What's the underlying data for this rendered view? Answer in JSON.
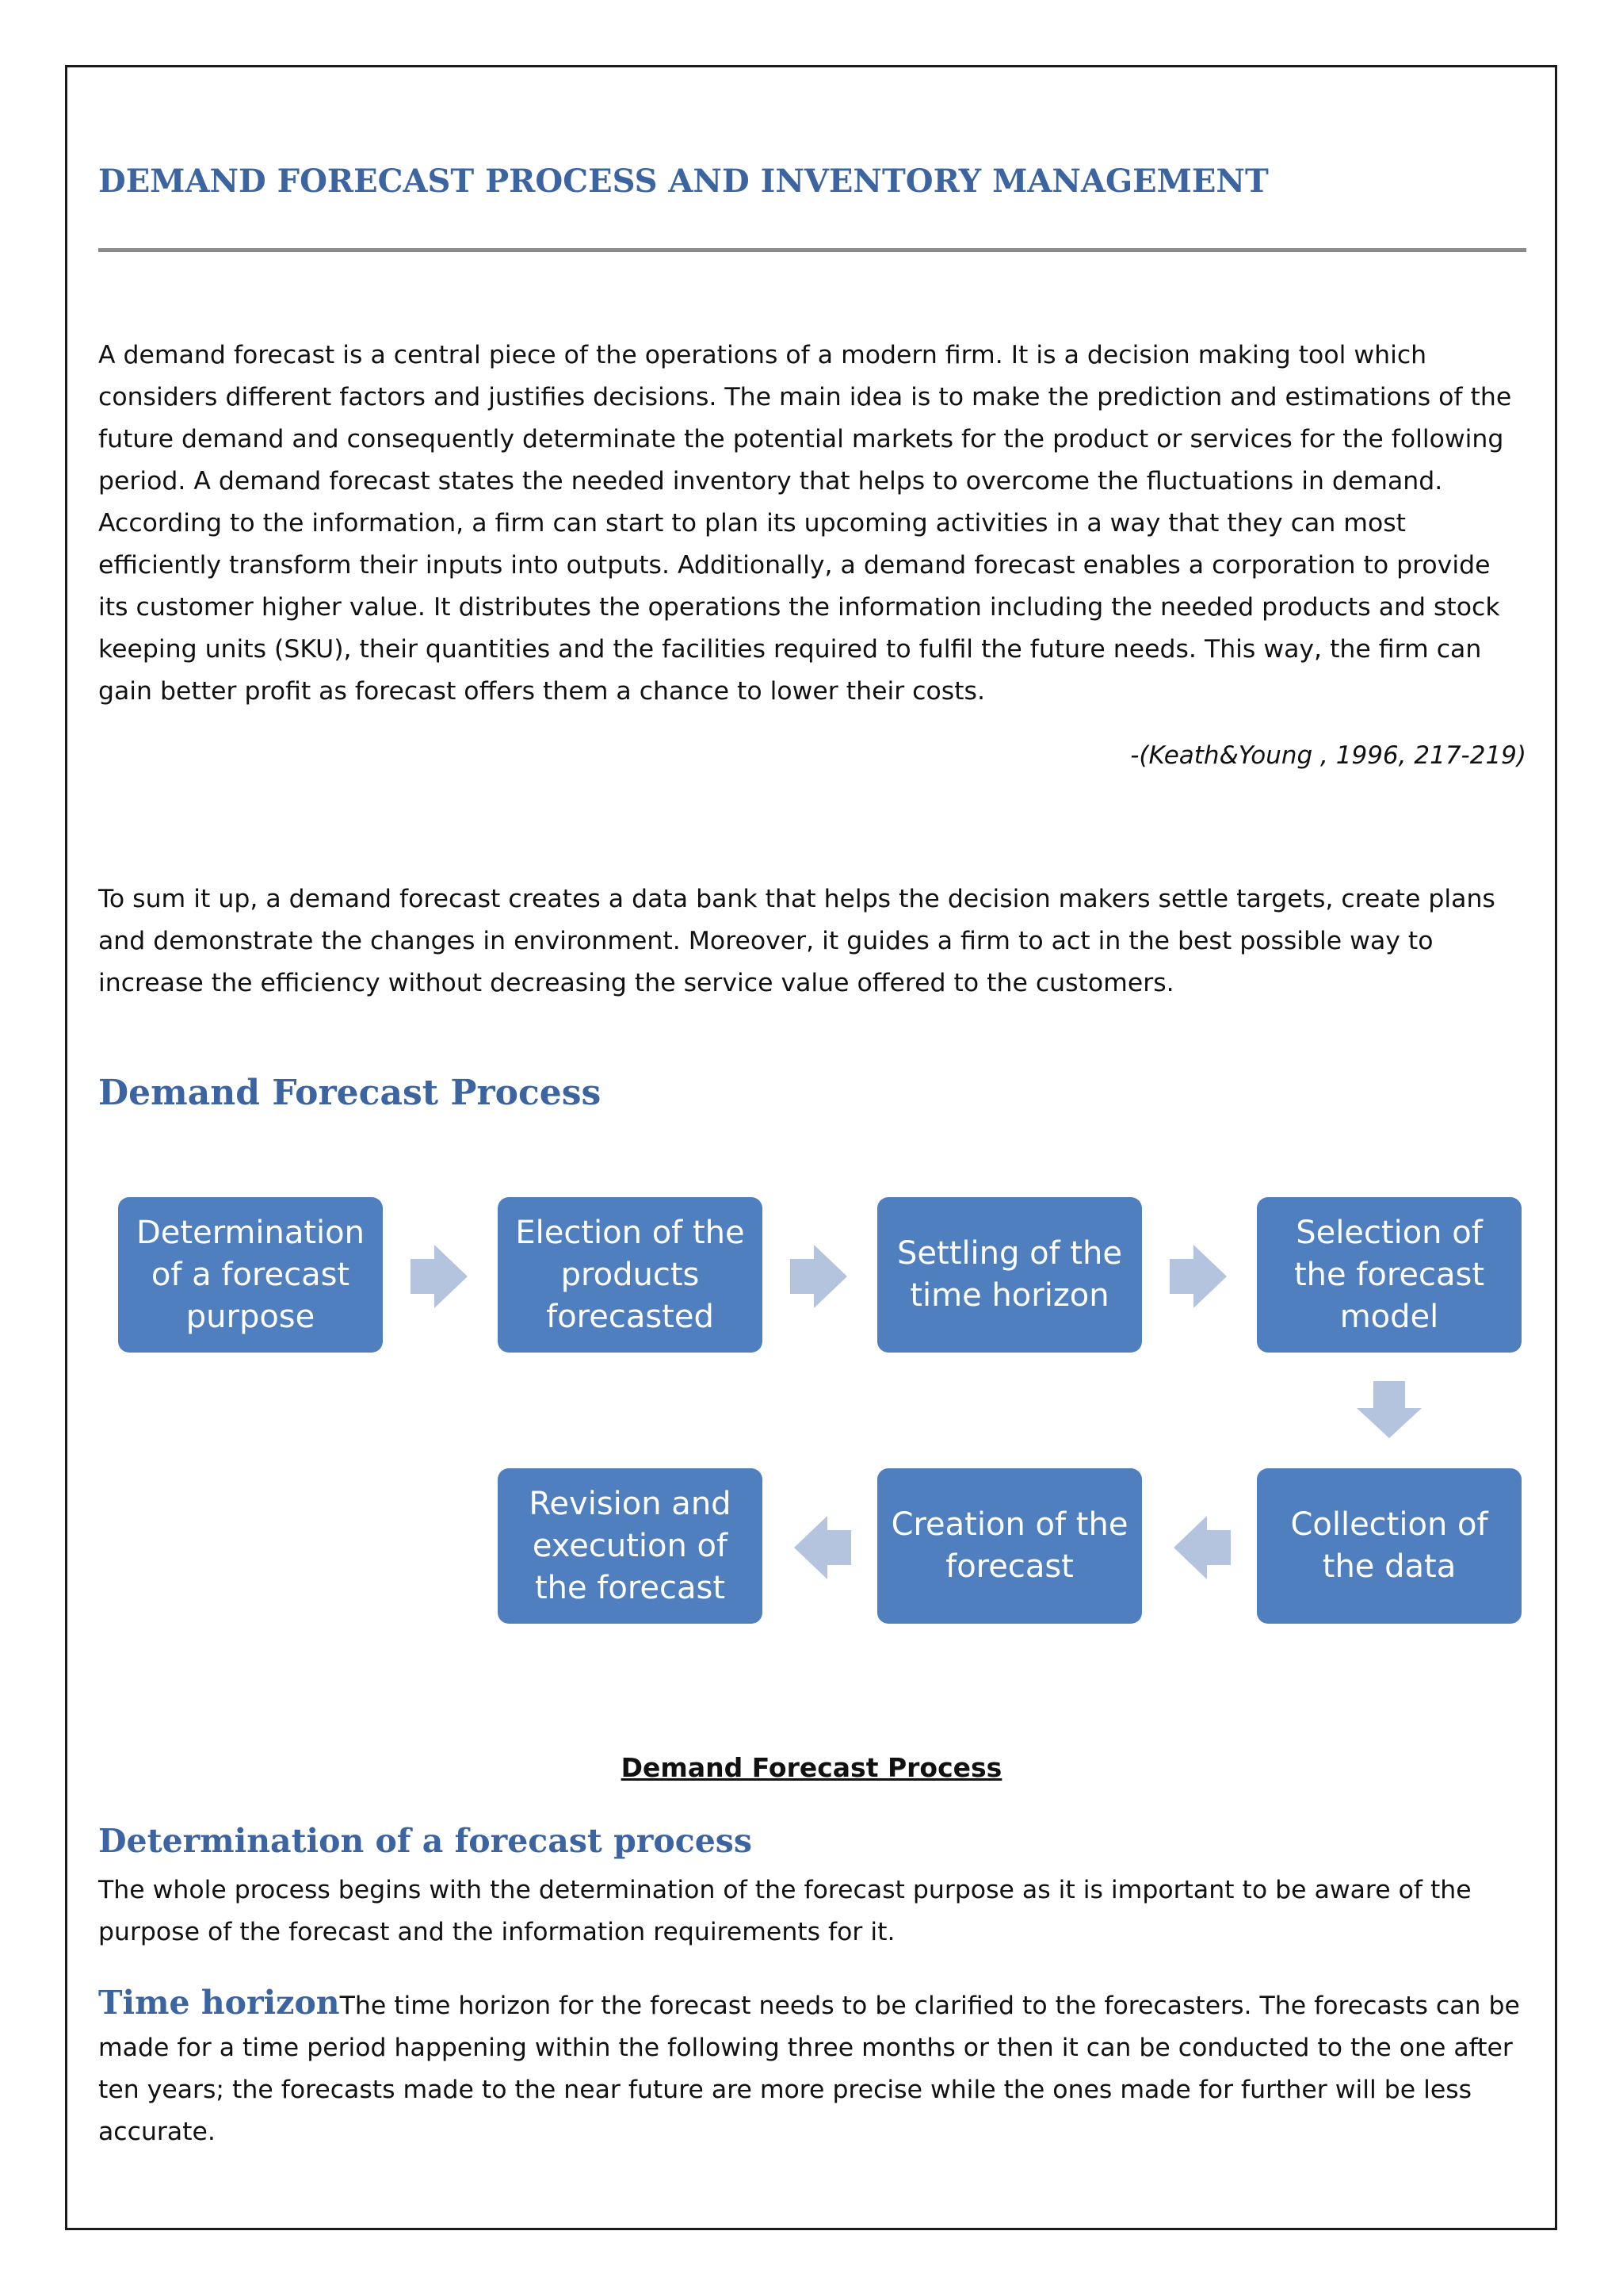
{
  "document": {
    "title": "DEMAND FORECAST PROCESS AND INVENTORY MANAGEMENT",
    "intro_paragraph": "A demand forecast is a central piece of the operations of a modern firm. It is a decision making tool which considers different factors and justifies decisions. The main idea is to make the prediction and estimations of the future demand and consequently determinate the potential markets for the product or services for the following period. A demand forecast states the needed inventory that helps to overcome the fluctuations in demand. According to the information, a firm can start to plan its upcoming activities in a way that they can most efficiently transform their inputs into outputs. Additionally, a demand forecast enables a corporation to provide its customer higher value. It distributes the operations the information including the needed products and stock keeping units (SKU), their quantities and the facilities required to fulfil the future needs. This way, the firm can gain better profit as forecast offers them a chance to lower their costs.",
    "citation": "-(Keath&Young , 1996, 217-219)",
    "summary_paragraph": "To sum it up, a demand forecast creates a data bank that helps the decision makers settle targets, create plans and demonstrate the changes in environment. Moreover, it guides a firm to act in the best possible way to increase the efficiency without decreasing the service value offered to the customers.",
    "process_heading": "Demand Forecast Process",
    "diagram": {
      "steps": [
        "Determination of a forecast purpose",
        "Election of  the products forecasted",
        "Settling of the time horizon",
        "Selection of the forecast model",
        "Collection of the data",
        "Creation of the forecast",
        "Revision and execution of the forecast"
      ],
      "caption": "Demand Forecast Process"
    },
    "determination_heading": "Determination of a forecast process",
    "determination_text": "The whole process begins with the determination of the forecast purpose as it is important to be aware of the purpose of the forecast and the information requirements for it.",
    "time_horizon_heading": "Time horizon",
    "time_horizon_text": "The time horizon for the forecast needs to be clarified to the forecasters. The forecasts can be made for a time period happening within the following three months or then it can be conducted to the one after ten years; the forecasts made to the near future are more precise while the ones made for further will be less accurate."
  },
  "colors": {
    "heading_blue": "#3b64a0",
    "box_blue": "#4f7fbf",
    "arrow_blue": "#b4c4de",
    "rule_gray": "#8a8a8a"
  }
}
